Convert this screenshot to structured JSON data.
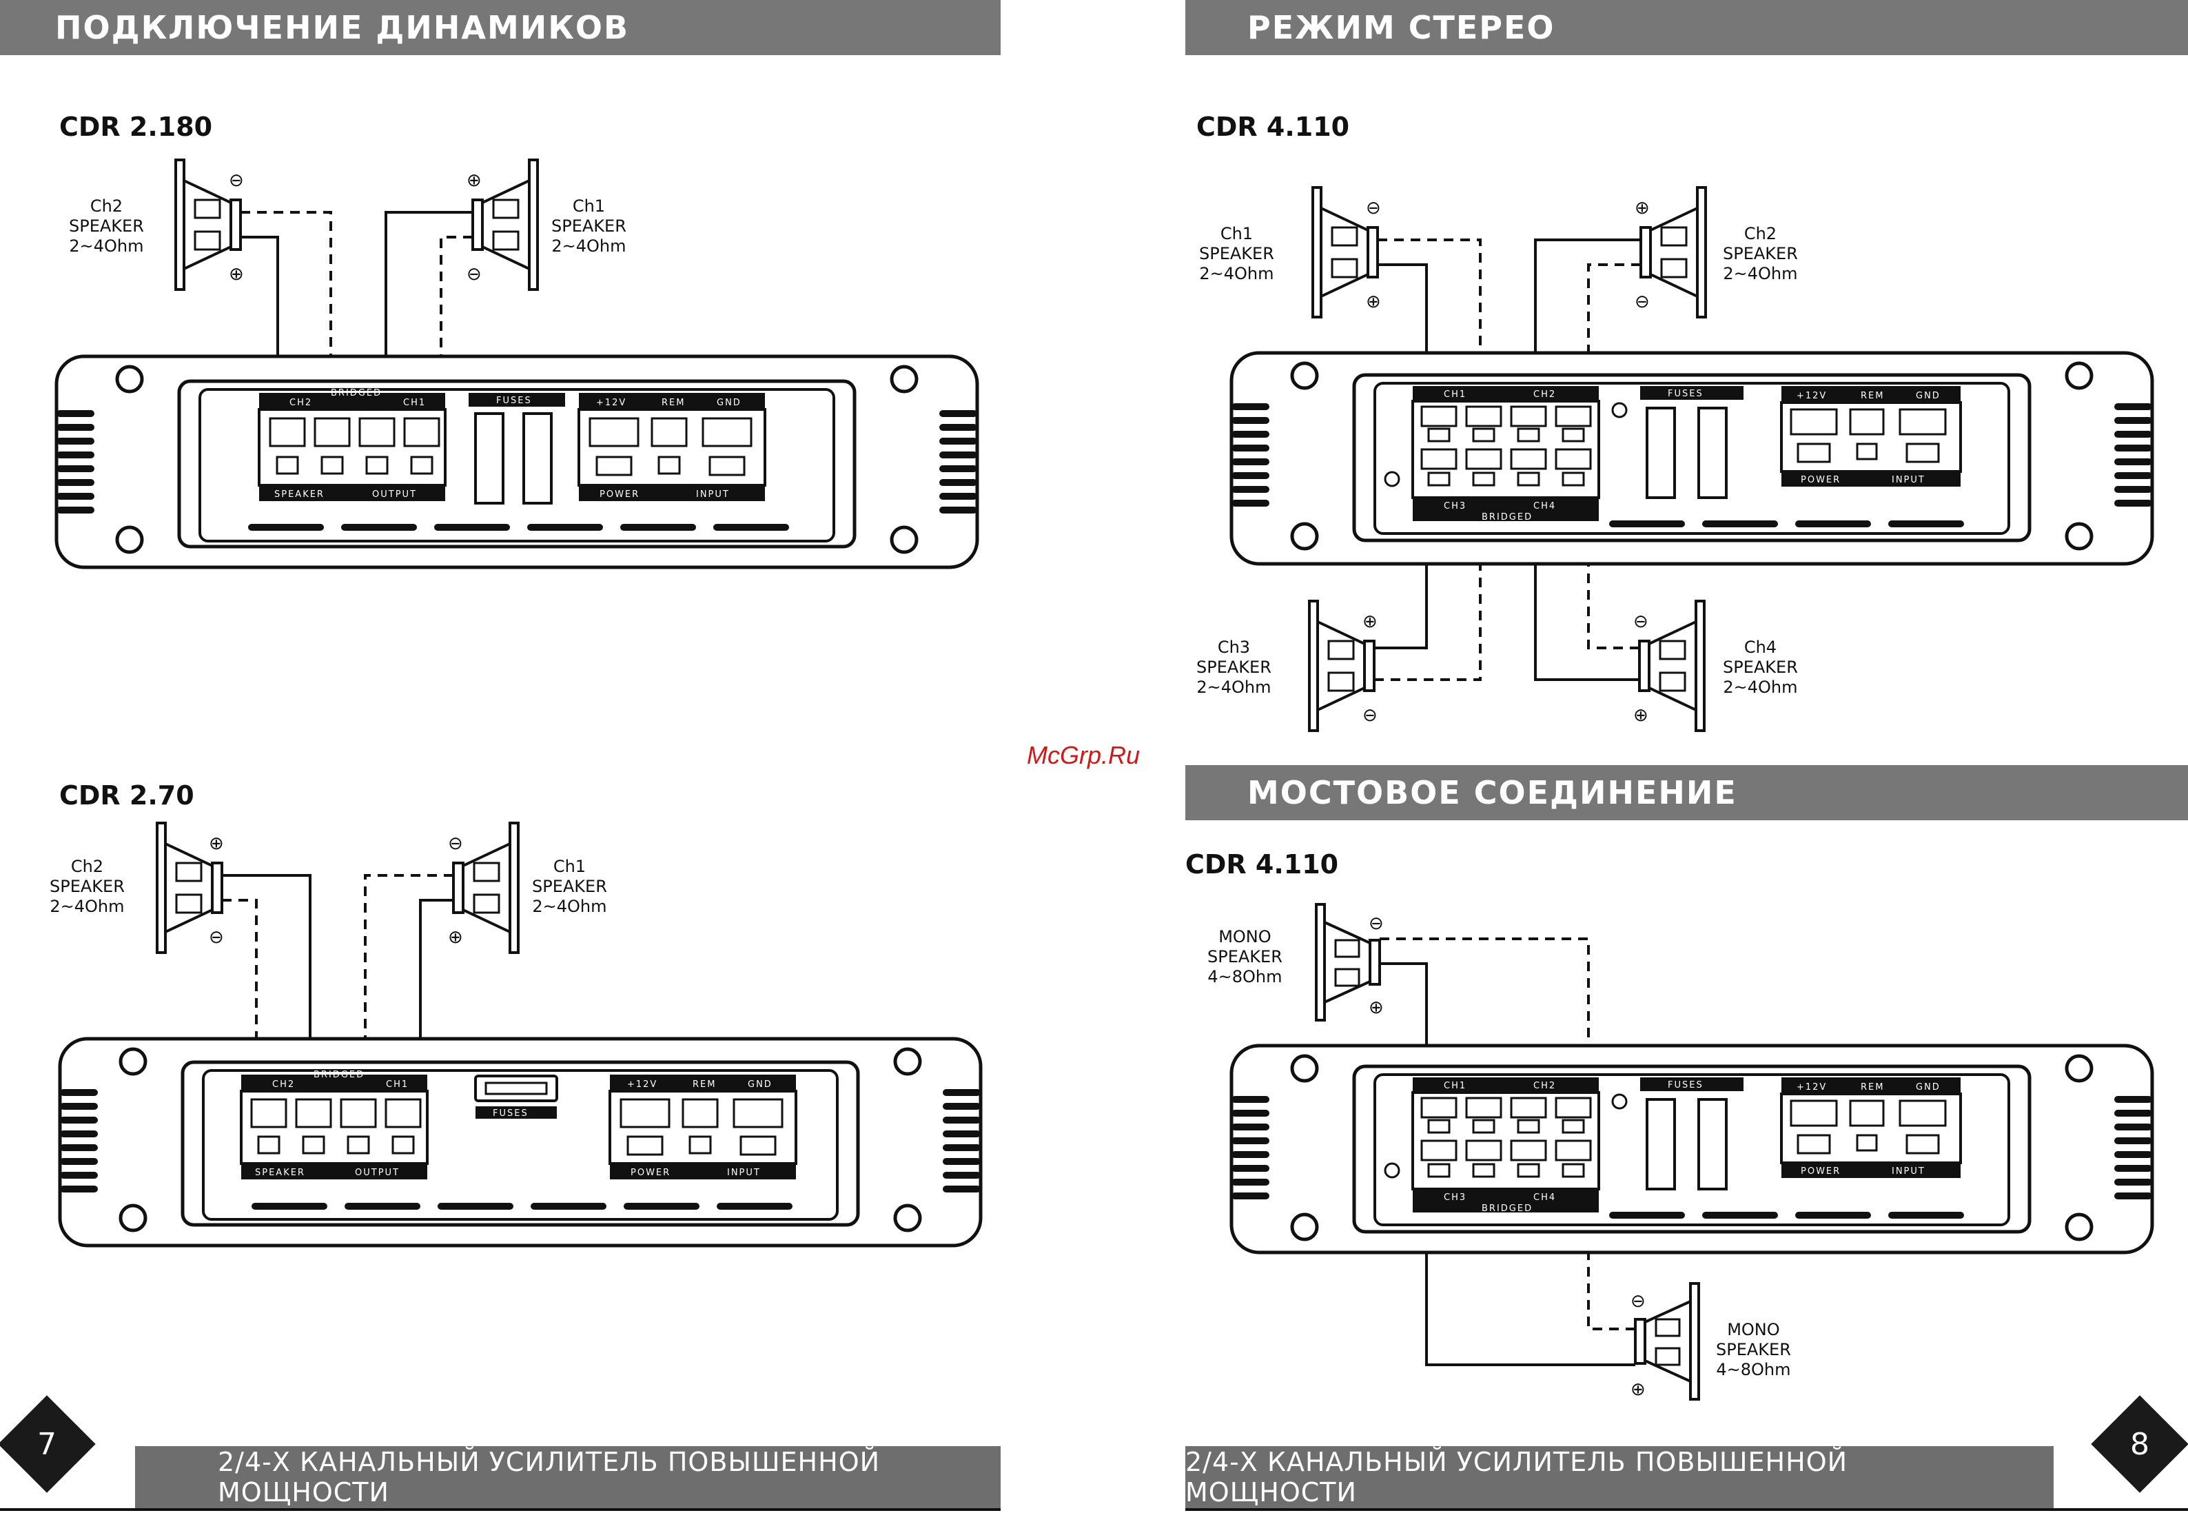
{
  "left_page": {
    "header": "ПОДКЛЮЧЕНИЕ ДИНАМИКОВ",
    "diagram1": {
      "model": "CDR 2.180",
      "speaker_left": [
        "Ch2",
        "SPEAKER",
        "2~4Ohm"
      ],
      "speaker_right": [
        "Ch1",
        "SPEAKER",
        "2~4Ohm"
      ]
    },
    "diagram2": {
      "model": "CDR 2.70",
      "speaker_left": [
        "Ch2",
        "SPEAKER",
        "2~4Ohm"
      ],
      "speaker_right": [
        "Ch1",
        "SPEAKER",
        "2~4Ohm"
      ]
    },
    "page_number": "7",
    "footer": "2/4-Х КАНАЛЬНЫЙ УСИЛИТЕЛЬ ПОВЫШЕННОЙ МОЩНОСТИ"
  },
  "right_page": {
    "header_stereo": "РЕЖИМ  СТЕРЕО",
    "diagram_stereo": {
      "model": "CDR 4.110",
      "speaker_ch1": [
        "Ch1",
        "SPEAKER",
        "2~4Ohm"
      ],
      "speaker_ch2": [
        "Ch2",
        "SPEAKER",
        "2~4Ohm"
      ],
      "speaker_ch3": [
        "Ch3",
        "SPEAKER",
        "2~4Ohm"
      ],
      "speaker_ch4": [
        "Ch4",
        "SPEAKER",
        "2~4Ohm"
      ]
    },
    "header_bridge": "МОСТОВОЕ СОЕДИНЕНИЕ",
    "diagram_bridge": {
      "model": "CDR 4.110",
      "speaker_top": [
        "MONO",
        "SPEAKER",
        "4~8Ohm"
      ],
      "speaker_bottom": [
        "MONO",
        "SPEAKER",
        "4~8Ohm"
      ]
    },
    "page_number": "8",
    "footer": "2/4-Х КАНАЛЬНЫЙ УСИЛИТЕЛЬ ПОВЫШЕННОЙ МОЩНОСТИ"
  },
  "watermark": "McGrp.Ru",
  "amp_labels": {
    "ch1": "CH1",
    "ch2": "CH2",
    "ch3": "CH3",
    "ch4": "CH4",
    "bridged": "BRIDGED",
    "fuses": "FUSES",
    "plus12v": "+12V",
    "rem": "REM",
    "gnd": "GND",
    "speaker": "SPEAKER",
    "output": "OUTPUT",
    "power": "POWER",
    "input": "INPUT"
  },
  "polarity": {
    "plus": "⊕",
    "minus": "⊖"
  },
  "colors": {
    "header_bar": "#777777",
    "footer_bar": "#6e6e6e",
    "ink": "#1a1a1a",
    "watermark": "#d01818"
  }
}
